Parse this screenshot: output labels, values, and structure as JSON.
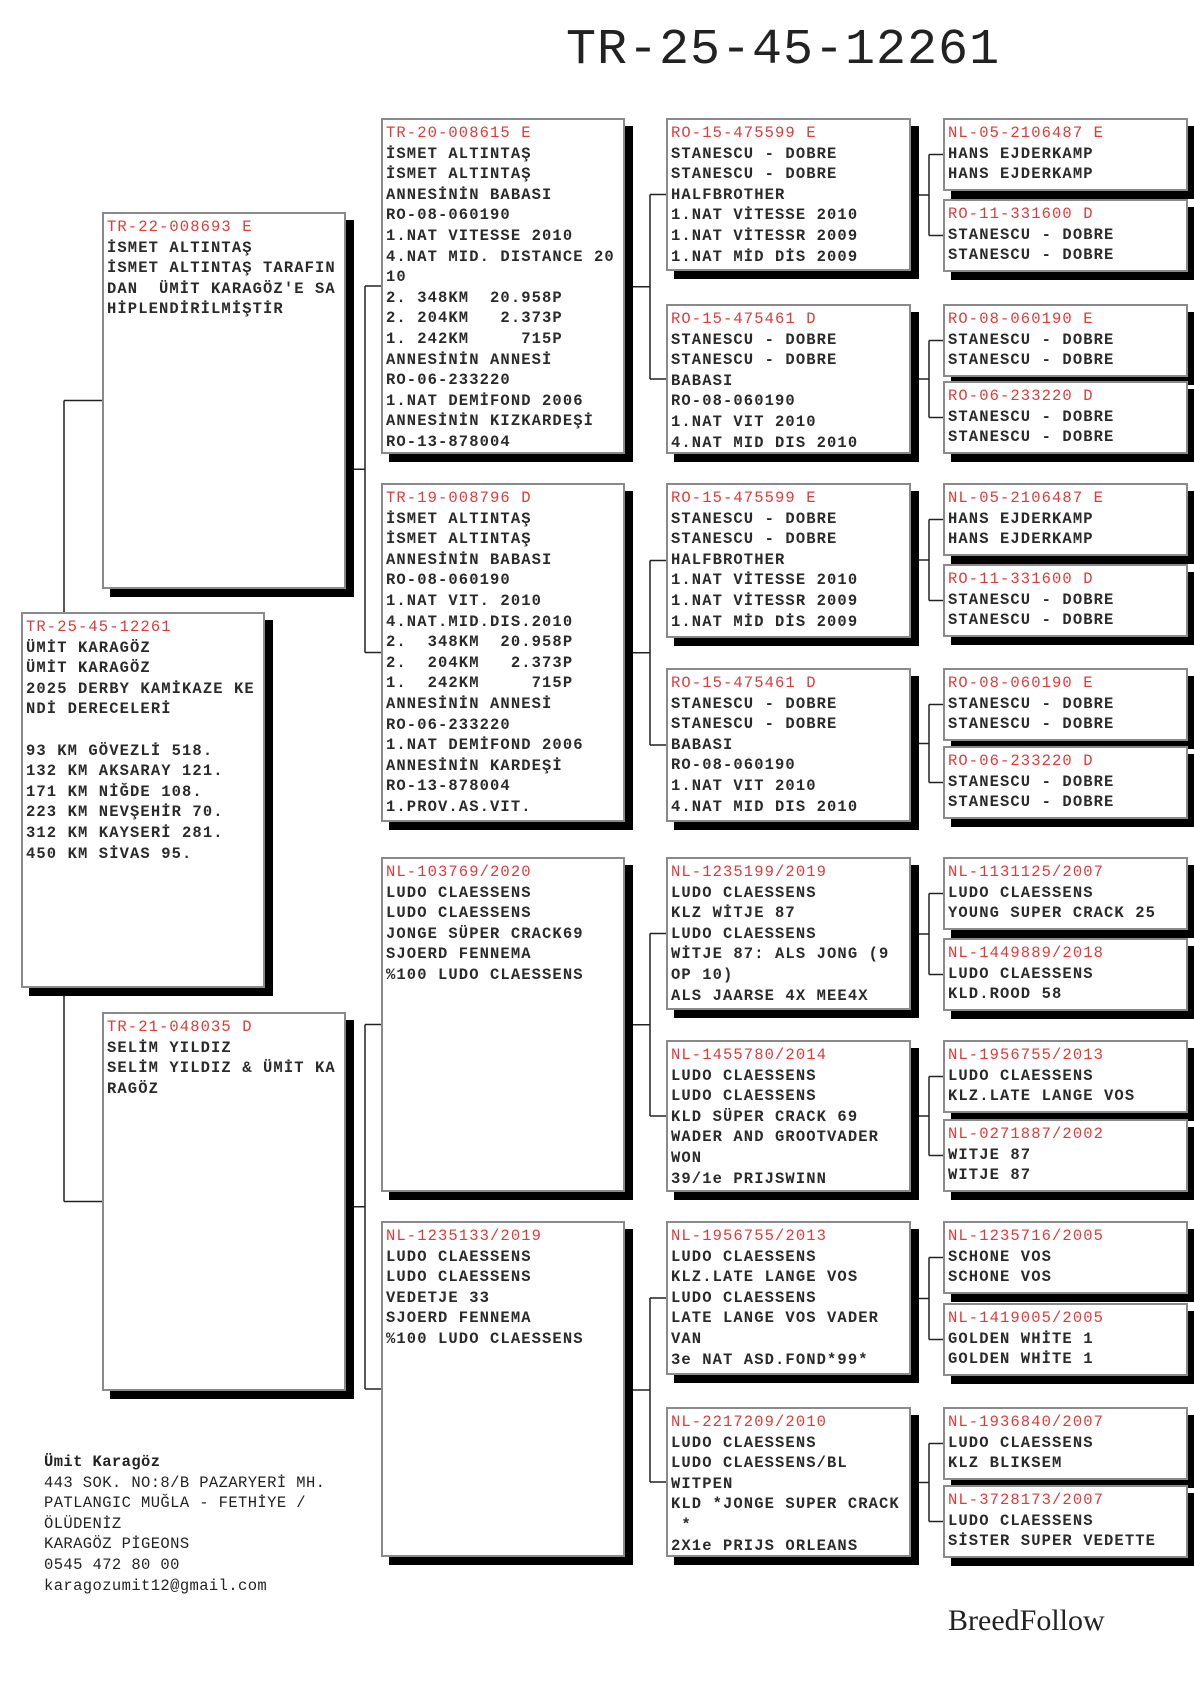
{
  "title": "TR-25-45-12261",
  "subject": {
    "ring": "TR-25-45-12261",
    "lines": [
      "ÜMİT KARAGÖZ",
      "ÜMİT KARAGÖZ",
      "2025 DERBY KAMİKAZE KE",
      "NDİ DERECELERİ",
      "",
      "93 KM GÖVEZLİ 518.",
      "132 KM AKSARAY 121.",
      "171 KM NİĞDE 108.",
      "223 KM NEVŞEHİR 70.",
      "312 KM KAYSERİ 281.",
      "450 KM SİVAS 95."
    ]
  },
  "gen1": [
    {
      "ring": "TR-22-008693 E",
      "lines": [
        "İSMET ALTINTAŞ",
        "İSMET ALTINTAŞ TARAFIN",
        "DAN  ÜMİT KARAGÖZ'E SA",
        "HİPLENDİRİLMİŞTİR"
      ]
    },
    {
      "ring": "TR-21-048035 D",
      "lines": [
        "SELİM YILDIZ",
        "SELİM YILDIZ & ÜMİT KA",
        "RAGÖZ"
      ]
    }
  ],
  "gen2": [
    {
      "ring": "TR-20-008615 E",
      "lines": [
        "İSMET ALTINTAŞ",
        "İSMET ALTINTAŞ",
        "ANNESİNİN BABASI",
        "RO-08-060190",
        "1.NAT VITESSE 2010",
        "4.NAT MID. DISTANCE 20",
        "10",
        "2. 348KM  20.958P",
        "2. 204KM   2.373P",
        "1. 242KM     715P",
        "ANNESİNİN ANNESİ",
        "RO-06-233220",
        "1.NAT DEMİFOND 2006",
        "ANNESİNİN KIZKARDEŞİ",
        "RO-13-878004"
      ]
    },
    {
      "ring": "TR-19-008796 D",
      "lines": [
        "İSMET ALTINTAŞ",
        "İSMET ALTINTAŞ",
        "ANNESİNİN BABASI",
        "RO-08-060190",
        "1.NAT VIT. 2010",
        "4.NAT.MID.DIS.2010",
        "2.  348KM  20.958P",
        "2.  204KM   2.373P",
        "1.  242KM     715P",
        "ANNESİNİN ANNESİ",
        "RO-06-233220",
        "1.NAT DEMİFOND 2006",
        "ANNESİNİN KARDEŞİ",
        "RO-13-878004",
        "1.PROV.AS.VIT."
      ]
    },
    {
      "ring": "NL-103769/2020",
      "lines": [
        "LUDO CLAESSENS",
        "LUDO CLAESSENS",
        "JONGE SÜPER CRACK69",
        "SJOERD FENNEMA",
        "%100 LUDO CLAESSENS"
      ]
    },
    {
      "ring": "NL-1235133/2019",
      "lines": [
        "LUDO CLAESSENS",
        "LUDO CLAESSENS",
        "VEDETJE 33",
        "SJOERD FENNEMA",
        "%100 LUDO CLAESSENS"
      ]
    }
  ],
  "gen3": [
    {
      "ring": "RO-15-475599 E",
      "lines": [
        "STANESCU - DOBRE",
        "STANESCU - DOBRE",
        "HALFBROTHER",
        "1.NAT VİTESSE 2010",
        "1.NAT VİTESSR 2009",
        "1.NAT MİD DİS 2009"
      ]
    },
    {
      "ring": "RO-15-475461 D",
      "lines": [
        "STANESCU - DOBRE",
        "STANESCU - DOBRE",
        "BABASI",
        "RO-08-060190",
        "1.NAT VIT 2010",
        "4.NAT MID DIS 2010"
      ]
    },
    {
      "ring": "RO-15-475599 E",
      "lines": [
        "STANESCU - DOBRE",
        "STANESCU - DOBRE",
        "HALFBROTHER",
        "1.NAT VİTESSE 2010",
        "1.NAT VİTESSR 2009",
        "1.NAT MİD DİS 2009"
      ]
    },
    {
      "ring": "RO-15-475461 D",
      "lines": [
        "STANESCU - DOBRE",
        "STANESCU - DOBRE",
        "BABASI",
        "RO-08-060190",
        "1.NAT VIT 2010",
        "4.NAT MID DIS 2010"
      ]
    },
    {
      "ring": "NL-1235199/2019",
      "lines": [
        "LUDO CLAESSENS",
        "KLZ WİTJE 87",
        "LUDO CLAESSENS",
        "WİTJE 87: ALS JONG (9",
        "OP 10)",
        "ALS JAARSE 4X MEE4X"
      ]
    },
    {
      "ring": "NL-1455780/2014",
      "lines": [
        "LUDO CLAESSENS",
        "LUDO CLAESSENS",
        "KLD SÜPER CRACK 69",
        "WADER AND GROOTVADER",
        "WON",
        "39/1e PRIJSWINN"
      ]
    },
    {
      "ring": "NL-1956755/2013",
      "lines": [
        "LUDO CLAESSENS",
        "KLZ.LATE LANGE VOS",
        "LUDO CLAESSENS",
        "LATE LANGE VOS VADER",
        "VAN",
        "3e NAT ASD.FOND*99*"
      ]
    },
    {
      "ring": "NL-2217209/2010",
      "lines": [
        "LUDO CLAESSENS",
        "LUDO CLAESSENS/BL",
        "WITPEN",
        "KLD *JONGE SUPER CRACK",
        " *",
        "2X1e PRIJS ORLEANS"
      ]
    }
  ],
  "gen4": [
    {
      "ring": "NL-05-2106487 E",
      "lines": [
        "HANS EJDERKAMP",
        "HANS EJDERKAMP"
      ]
    },
    {
      "ring": "RO-11-331600 D",
      "lines": [
        "STANESCU - DOBRE",
        "STANESCU - DOBRE"
      ]
    },
    {
      "ring": "RO-08-060190 E",
      "lines": [
        "STANESCU - DOBRE",
        "STANESCU - DOBRE"
      ]
    },
    {
      "ring": "RO-06-233220 D",
      "lines": [
        "STANESCU - DOBRE",
        "STANESCU - DOBRE"
      ]
    },
    {
      "ring": "NL-05-2106487 E",
      "lines": [
        "HANS EJDERKAMP",
        "HANS EJDERKAMP"
      ]
    },
    {
      "ring": "RO-11-331600 D",
      "lines": [
        "STANESCU - DOBRE",
        "STANESCU - DOBRE"
      ]
    },
    {
      "ring": "RO-08-060190 E",
      "lines": [
        "STANESCU - DOBRE",
        "STANESCU - DOBRE"
      ]
    },
    {
      "ring": "RO-06-233220 D",
      "lines": [
        "STANESCU - DOBRE",
        "STANESCU - DOBRE"
      ]
    },
    {
      "ring": "NL-1131125/2007",
      "lines": [
        "LUDO CLAESSENS",
        "YOUNG SUPER CRACK 25"
      ]
    },
    {
      "ring": "NL-1449889/2018",
      "lines": [
        "LUDO CLAESSENS",
        "KLD.ROOD 58"
      ]
    },
    {
      "ring": "NL-1956755/2013",
      "lines": [
        "LUDO CLAESSENS",
        "KLZ.LATE LANGE VOS"
      ]
    },
    {
      "ring": "NL-0271887/2002",
      "lines": [
        "WITJE 87",
        "WITJE 87"
      ]
    },
    {
      "ring": "NL-1235716/2005",
      "lines": [
        "SCHONE VOS",
        "SCHONE VOS"
      ]
    },
    {
      "ring": "NL-1419005/2005",
      "lines": [
        "GOLDEN WHİTE 1",
        "GOLDEN WHİTE 1"
      ]
    },
    {
      "ring": "NL-1936840/2007",
      "lines": [
        "LUDO CLAESSENS",
        "KLZ BLIKSEM"
      ]
    },
    {
      "ring": "NL-3728173/2007",
      "lines": [
        "LUDO CLAESSENS",
        "SİSTER SUPER VEDETTE"
      ]
    }
  ],
  "footer": {
    "name": "Ümit Karagöz",
    "address1": "443 SOK. NO:8/B PAZARYERİ MH.",
    "address2": "PATLANGIC MUĞLA - FETHİYE /",
    "address3": "ÖLÜDENİZ",
    "loft": "KARAGÖZ PİGEONS",
    "phone": "0545 472 80 00",
    "email": "karagozumit12@gmail.com"
  },
  "logo": "BreedFollow",
  "colors": {
    "ring": "#e03a3a",
    "text": "#2a2a2a",
    "shadow": "#000000"
  }
}
